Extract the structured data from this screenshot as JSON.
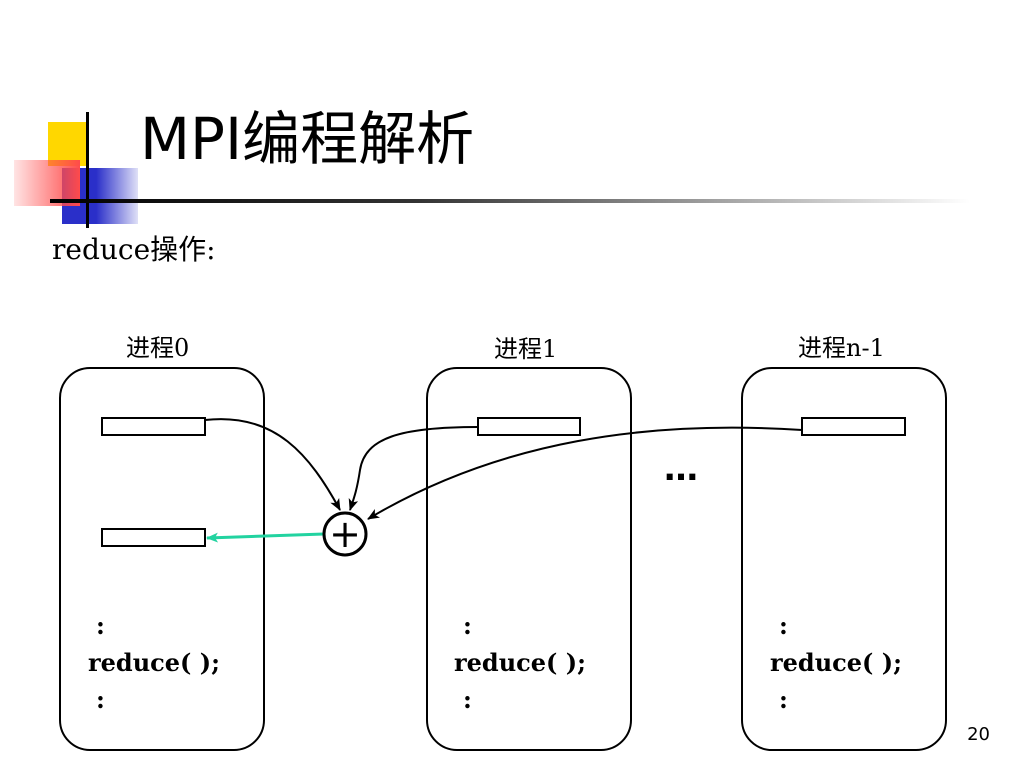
{
  "slide": {
    "title": "MPI编程解析",
    "subtitle": "reduce操作:",
    "page_number": "20"
  },
  "diagram": {
    "processes": [
      {
        "label": "进程0",
        "dots_top": ":",
        "call": "reduce( );",
        "dots_bottom": ":"
      },
      {
        "label": "进程1",
        "dots_top": ":",
        "call": "reduce( );",
        "dots_bottom": ":"
      },
      {
        "label": "进程n-1",
        "dots_top": ":",
        "call": "reduce( );",
        "dots_bottom": ":"
      }
    ],
    "ellipsis": "…",
    "operator": "+",
    "colors": {
      "result_arrow": "#22d3a0",
      "deco_yellow": "#ffd700",
      "deco_red": "#ff4b4b",
      "deco_blue": "#2a2fc9"
    }
  }
}
